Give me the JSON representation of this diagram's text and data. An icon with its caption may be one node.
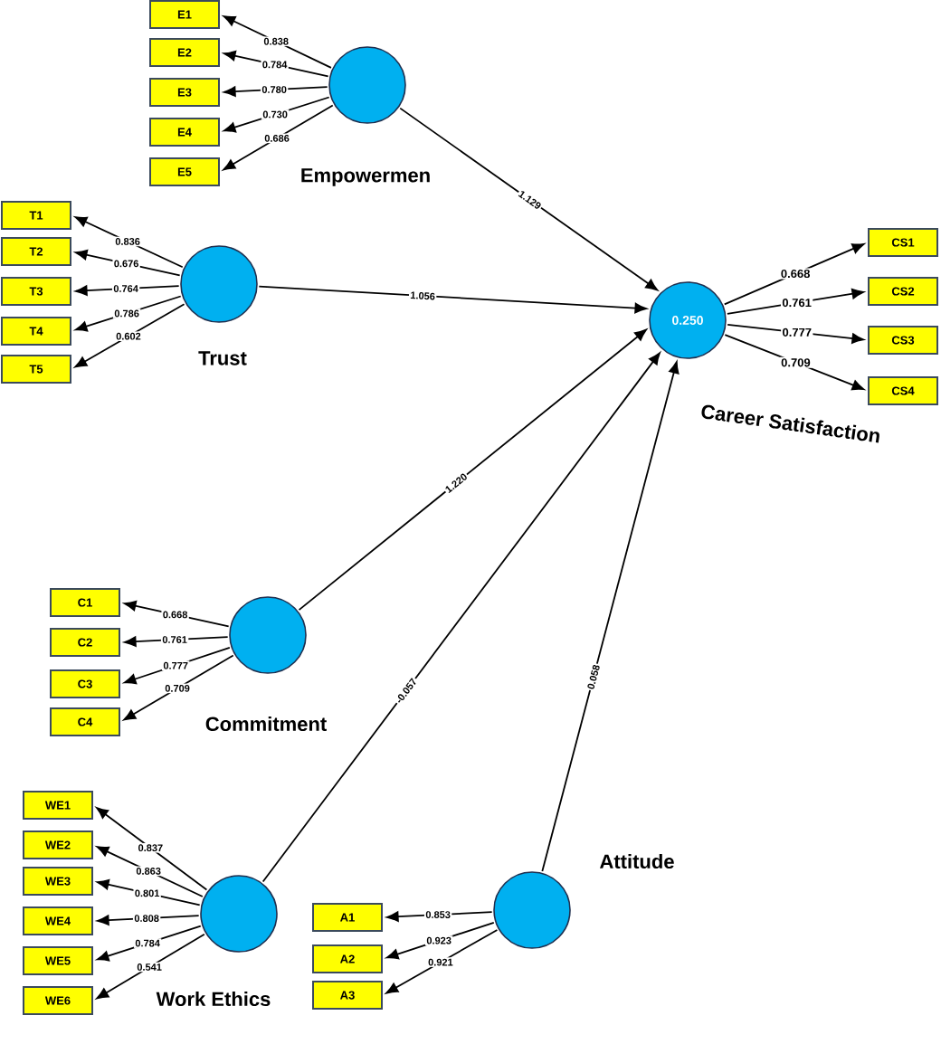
{
  "diagram": {
    "nodes": [
      {
        "text": [
          "Empowermen"
        ]
      },
      {
        "text": [
          "E1"
        ]
      },
      {
        "text": [
          "E2"
        ]
      },
      {
        "text": [
          "E3"
        ]
      },
      {
        "text": [
          "E4"
        ]
      },
      {
        "text": [
          "E5"
        ]
      },
      {
        "text": [
          "Trust"
        ]
      },
      {
        "text": [
          "T1"
        ]
      },
      {
        "text": [
          "T2"
        ]
      },
      {
        "text": [
          "T3"
        ]
      },
      {
        "text": [
          "T4"
        ]
      },
      {
        "text": [
          "T5"
        ]
      },
      {
        "text": [
          "0.250",
          "Career Satisfaction"
        ]
      },
      {
        "text": [
          "CS1"
        ]
      },
      {
        "text": [
          "CS2"
        ]
      },
      {
        "text": [
          "CS3"
        ]
      },
      {
        "text": [
          "CS4"
        ]
      },
      {
        "text": [
          "Commitment"
        ]
      },
      {
        "text": [
          "C1"
        ]
      },
      {
        "text": [
          "C2"
        ]
      },
      {
        "text": [
          "C3"
        ]
      },
      {
        "text": [
          "C4"
        ]
      },
      {
        "text": [
          "Work Ethics"
        ]
      },
      {
        "text": [
          "WE1"
        ]
      },
      {
        "text": [
          "WE2"
        ]
      },
      {
        "text": [
          "WE3"
        ]
      },
      {
        "text": [
          "WE4"
        ]
      },
      {
        "text": [
          "WE5"
        ]
      },
      {
        "text": [
          "WE6"
        ]
      },
      {
        "text": [
          "Attitude"
        ]
      },
      {
        "text": [
          "A1"
        ]
      },
      {
        "text": [
          "A2"
        ]
      },
      {
        "text": [
          "A3"
        ]
      }
    ],
    "edges": [
      {
        "from": 0,
        "to": 1,
        "arrow": "to",
        "label": "0.838"
      },
      {
        "from": 0,
        "to": 2,
        "arrow": "to",
        "label": "0.784"
      },
      {
        "from": 0,
        "to": 3,
        "arrow": "to",
        "label": "0.780"
      },
      {
        "from": 0,
        "to": 4,
        "arrow": "to",
        "label": "0.730"
      },
      {
        "from": 0,
        "to": 5,
        "arrow": "to",
        "label": "0.686"
      },
      {
        "from": 6,
        "to": 7,
        "arrow": "to",
        "label": "0.836"
      },
      {
        "from": 6,
        "to": 8,
        "arrow": "to",
        "label": "0.676"
      },
      {
        "from": 6,
        "to": 9,
        "arrow": "to",
        "label": "0.764"
      },
      {
        "from": 6,
        "to": 10,
        "arrow": "to",
        "label": "0.786"
      },
      {
        "from": 6,
        "to": 11,
        "arrow": "to",
        "label": "0.602"
      },
      {
        "from": 12,
        "to": 13,
        "arrow": "to",
        "label": "0.668"
      },
      {
        "from": 12,
        "to": 14,
        "arrow": "to",
        "label": "0.761"
      },
      {
        "from": 12,
        "to": 15,
        "arrow": "to",
        "label": "0.777"
      },
      {
        "from": 12,
        "to": 16,
        "arrow": "to",
        "label": "0.709"
      },
      {
        "from": 17,
        "to": 18,
        "arrow": "to",
        "label": "0.668"
      },
      {
        "from": 17,
        "to": 19,
        "arrow": "to",
        "label": "0.761"
      },
      {
        "from": 17,
        "to": 20,
        "arrow": "to",
        "label": "0.777"
      },
      {
        "from": 17,
        "to": 21,
        "arrow": "to",
        "label": "0.709"
      },
      {
        "from": 22,
        "to": 23,
        "arrow": "to",
        "label": "0.837"
      },
      {
        "from": 22,
        "to": 24,
        "arrow": "to",
        "label": "0.863"
      },
      {
        "from": 22,
        "to": 25,
        "arrow": "to",
        "label": "0.801"
      },
      {
        "from": 22,
        "to": 26,
        "arrow": "to",
        "label": "0.808"
      },
      {
        "from": 22,
        "to": 27,
        "arrow": "to",
        "label": "0.784"
      },
      {
        "from": 22,
        "to": 28,
        "arrow": "to",
        "label": "0.541"
      },
      {
        "from": 29,
        "to": 30,
        "arrow": "to",
        "label": "0.853"
      },
      {
        "from": 29,
        "to": 31,
        "arrow": "to",
        "label": "0.923"
      },
      {
        "from": 29,
        "to": 32,
        "arrow": "to",
        "label": "0.921"
      },
      {
        "from": 0,
        "to": 12,
        "arrow": "to",
        "label": "1.129"
      },
      {
        "from": 6,
        "to": 12,
        "arrow": "to",
        "label": "1.056"
      },
      {
        "from": 17,
        "to": 12,
        "arrow": "to",
        "label": "1.220"
      },
      {
        "from": 22,
        "to": 12,
        "arrow": "to",
        "label": "-0.057"
      },
      {
        "from": 29,
        "to": 12,
        "arrow": "to",
        "label": "0.058"
      }
    ]
  }
}
